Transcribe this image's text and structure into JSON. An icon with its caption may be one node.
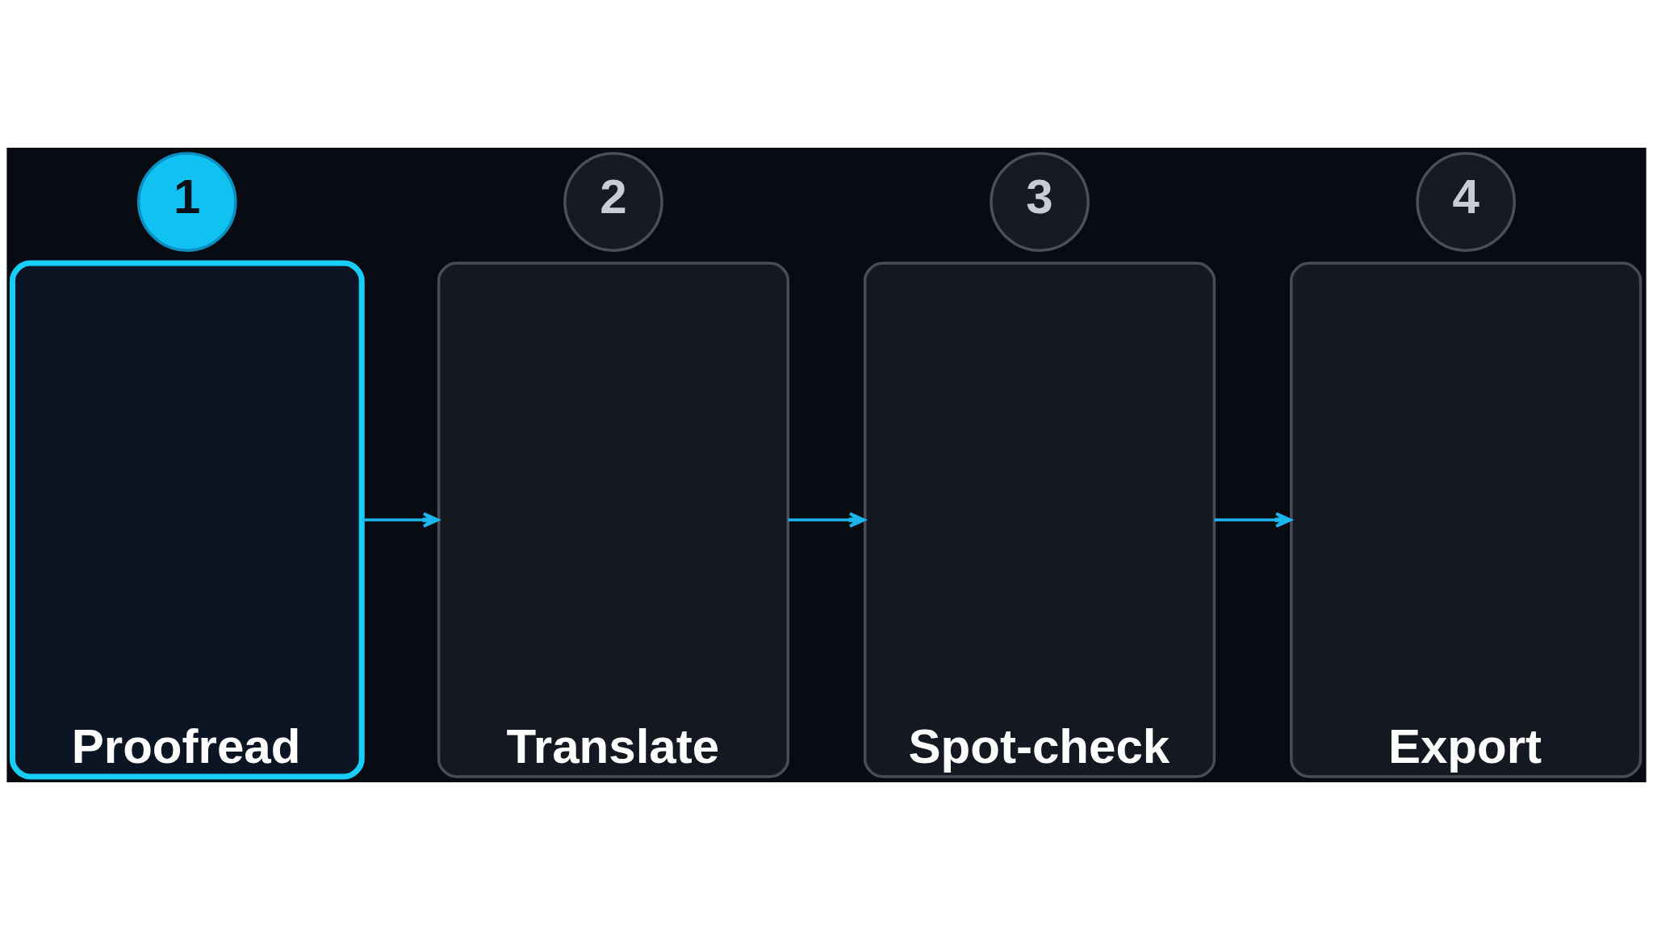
{
  "diagram": {
    "nodes": [
      {
        "text": [
          "1"
        ]
      },
      {
        "text": [
          "Proofread"
        ]
      },
      {
        "text": [
          "2"
        ]
      },
      {
        "text": [
          "Translate"
        ]
      },
      {
        "text": [
          "3"
        ]
      },
      {
        "text": [
          "Spot-check"
        ]
      },
      {
        "text": [
          "4"
        ]
      },
      {
        "text": [
          "Export"
        ]
      }
    ],
    "edges": [
      {
        "from": 1,
        "to": 3,
        "arrow": "to"
      },
      {
        "from": 3,
        "to": 5,
        "arrow": "to"
      },
      {
        "from": 5,
        "to": 7,
        "arrow": "to"
      }
    ]
  }
}
